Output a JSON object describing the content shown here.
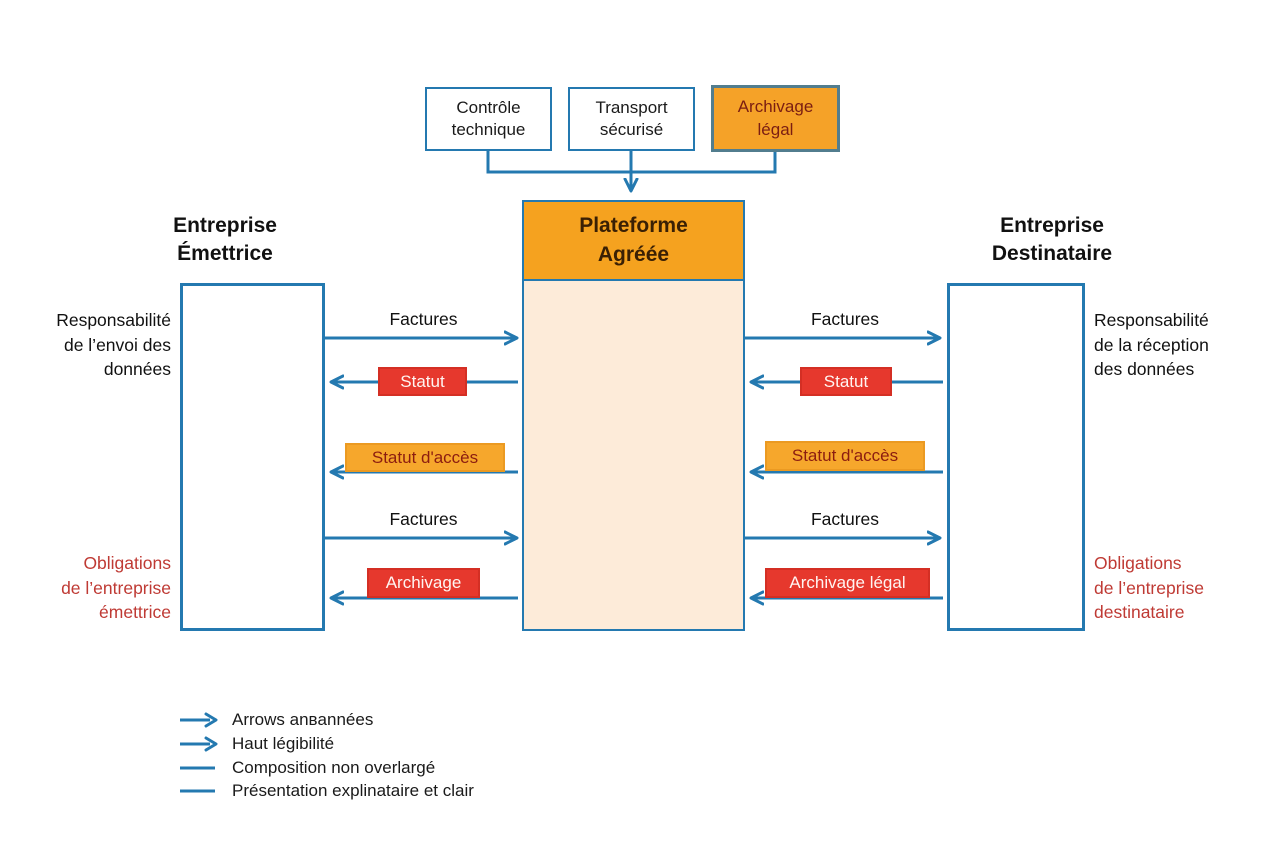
{
  "colors": {
    "accent_blue": "#2479b0",
    "orange": "#f5a21f",
    "cream_body": "#fdebd9",
    "red_box": "#e6382d",
    "red_label_text": "#bf3a34",
    "dark_red_on_orange": "#8c1d10"
  },
  "top_boxes": [
    {
      "label": "Contrôle\ntechnique",
      "variant": "white"
    },
    {
      "label": "Transport\nsécurisé",
      "variant": "white"
    },
    {
      "label": "Archivage\nlégal",
      "variant": "orange"
    }
  ],
  "platform": {
    "title": "Plateforme\nAgréée"
  },
  "left_entity": {
    "title": "Entreprise\nÉmettrice",
    "top_label": "Responsabilité\nde l’envoi des\ndonnées",
    "bottom_label": "Obligations\nde l’entreprise\némettrice"
  },
  "right_entity": {
    "title": "Entreprise\nDestinataire",
    "top_label": "Responsabilité\nde la réception\ndes données",
    "bottom_label": "Obligations\nde l’entreprise\ndestinataire"
  },
  "left_flows": [
    {
      "label": "Factures",
      "style": "plain",
      "direction": "right"
    },
    {
      "label": "Statut",
      "style": "red",
      "direction": "left"
    },
    {
      "label": "Statut d'accès",
      "style": "orange",
      "direction": "left"
    },
    {
      "label": "Factures",
      "style": "plain",
      "direction": "right"
    },
    {
      "label": "Archivage",
      "style": "red",
      "direction": "left"
    }
  ],
  "right_flows": [
    {
      "label": "Factures",
      "style": "plain",
      "direction": "right"
    },
    {
      "label": "Statut",
      "style": "red",
      "direction": "left"
    },
    {
      "label": "Statut d'accès",
      "style": "orange",
      "direction": "left"
    },
    {
      "label": "Factures",
      "style": "plain",
      "direction": "right"
    },
    {
      "label": "Archivage légal",
      "style": "red",
      "direction": "left"
    }
  ],
  "legend": {
    "items": [
      {
        "label": "Arrows anʙannées",
        "style": "arrow"
      },
      {
        "label": "Haut légibilité",
        "style": "arrow"
      },
      {
        "label": "Composition non overlargé",
        "style": "line"
      },
      {
        "label": "Présentation explinataire et clair",
        "style": "line"
      }
    ]
  }
}
